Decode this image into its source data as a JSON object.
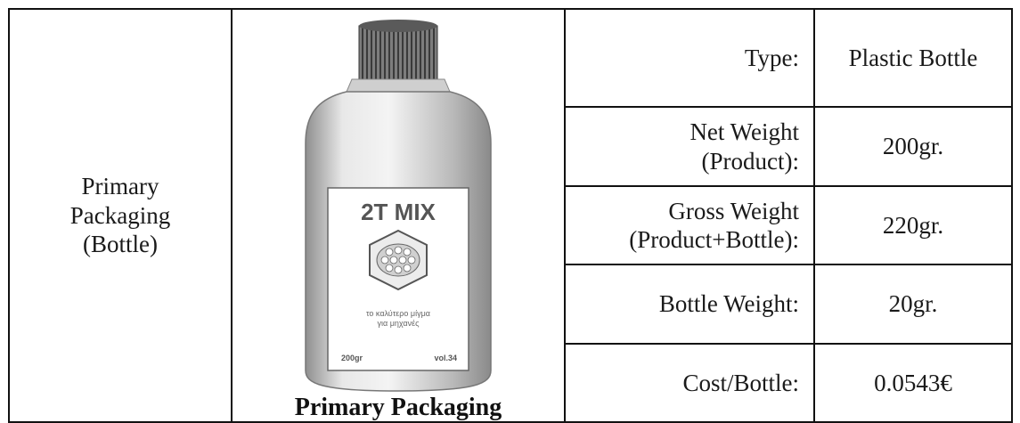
{
  "section": {
    "label_lines": [
      "Primary",
      "Packaging",
      "(Bottle)"
    ]
  },
  "image": {
    "label_title": "2T MIX",
    "label_greek_lines": [
      "το καλύτερο μίγμα",
      "για μηχανές"
    ],
    "label_weight": "200gr",
    "label_vol": "vol.34",
    "caption": "Primary Packaging",
    "icon": "bottle-icon"
  },
  "specs": [
    {
      "key_lines": [
        "Type:"
      ],
      "value": "Plastic Bottle"
    },
    {
      "key_lines": [
        "Net Weight",
        "(Product):"
      ],
      "value": "200gr."
    },
    {
      "key_lines": [
        "Gross Weight",
        "(Product+Bottle):"
      ],
      "value": "220gr."
    },
    {
      "key_lines": [
        "Bottle Weight:"
      ],
      "value": "20gr."
    },
    {
      "key_lines": [
        "Cost/Bottle:"
      ],
      "value": "0.0543€"
    }
  ]
}
